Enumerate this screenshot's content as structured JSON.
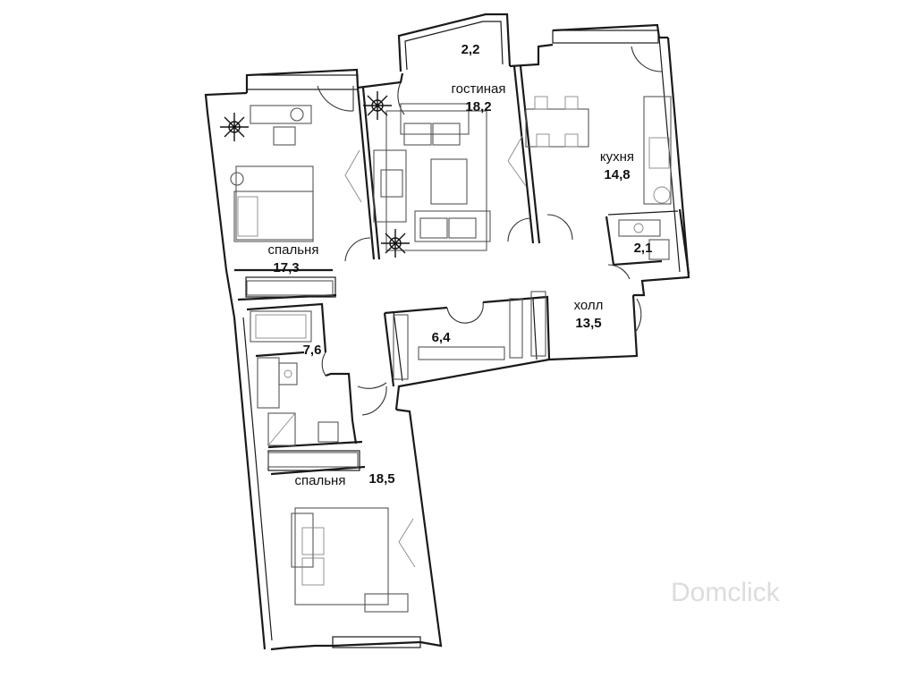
{
  "plan": {
    "rooms": {
      "balcony": {
        "area": "2,2"
      },
      "living": {
        "name": "гостиная",
        "area": "18,2"
      },
      "kitchen": {
        "name": "кухня",
        "area": "14,8"
      },
      "wc": {
        "area": "2,1"
      },
      "bedroom1": {
        "name": "спальня",
        "area": "17,3"
      },
      "hall": {
        "name": "холл",
        "area": "13,5"
      },
      "closet": {
        "area": "6,4"
      },
      "bathroom": {
        "area": "7,6"
      },
      "bedroom2": {
        "name": "спальня",
        "area": "18,5"
      }
    },
    "watermark": "Domclick"
  }
}
